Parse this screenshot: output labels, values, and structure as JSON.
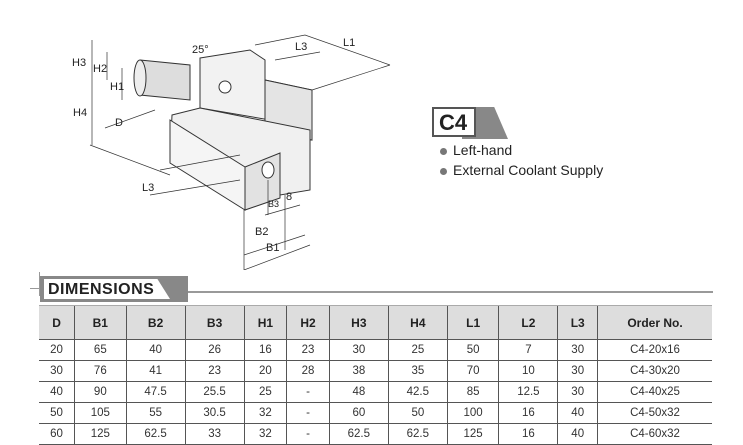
{
  "drawing": {
    "labels": {
      "H3": "H3",
      "H2": "H2",
      "H1": "H1",
      "H4": "H4",
      "D": "D",
      "angle": "25°",
      "L3_top": "L3",
      "L1": "L1",
      "L3_bottom": "L3",
      "B3": "B3",
      "eight": "8",
      "B2": "B2",
      "B1": "B1"
    }
  },
  "product": {
    "code": "C4",
    "features": [
      "Left-hand",
      "External Coolant Supply"
    ]
  },
  "dimensions": {
    "title": "DIMENSIONS",
    "headers": [
      "D",
      "B1",
      "B2",
      "B3",
      "H1",
      "H2",
      "H3",
      "H4",
      "L1",
      "L2",
      "L3",
      "Order No."
    ],
    "rows": [
      [
        "20",
        "65",
        "40",
        "26",
        "16",
        "23",
        "30",
        "25",
        "50",
        "7",
        "30",
        "C4-20x16"
      ],
      [
        "30",
        "76",
        "41",
        "23",
        "20",
        "28",
        "38",
        "35",
        "70",
        "10",
        "30",
        "C4-30x20"
      ],
      [
        "40",
        "90",
        "47.5",
        "25.5",
        "25",
        "-",
        "48",
        "42.5",
        "85",
        "12.5",
        "30",
        "C4-40x25"
      ],
      [
        "50",
        "105",
        "55",
        "30.5",
        "32",
        "-",
        "60",
        "50",
        "100",
        "16",
        "40",
        "C4-50x32"
      ],
      [
        "60",
        "125",
        "62.5",
        "33",
        "32",
        "-",
        "62.5",
        "62.5",
        "125",
        "16",
        "40",
        "C4-60x32"
      ]
    ]
  }
}
